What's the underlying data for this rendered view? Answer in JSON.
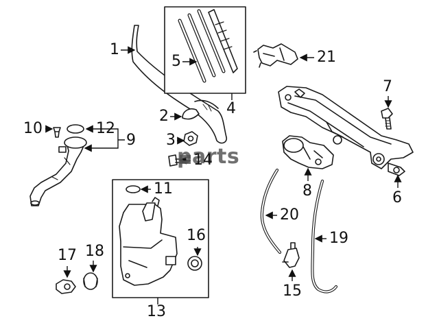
{
  "watermark": "parts",
  "callouts": {
    "c1": "1",
    "c2": "2",
    "c3": "3",
    "c4": "4",
    "c5": "5",
    "c6": "6",
    "c7": "7",
    "c8": "8",
    "c9": "9",
    "c10": "10",
    "c11": "11",
    "c12": "12",
    "c13": "13",
    "c14": "14",
    "c15": "15",
    "c16": "16",
    "c17": "17",
    "c18": "18",
    "c19": "19",
    "c20": "20",
    "c21": "21"
  },
  "colors": {
    "line": "#1a1a1a",
    "fill": "#ffffff",
    "shade": "#e6e6e6",
    "watermark": "#505050"
  }
}
